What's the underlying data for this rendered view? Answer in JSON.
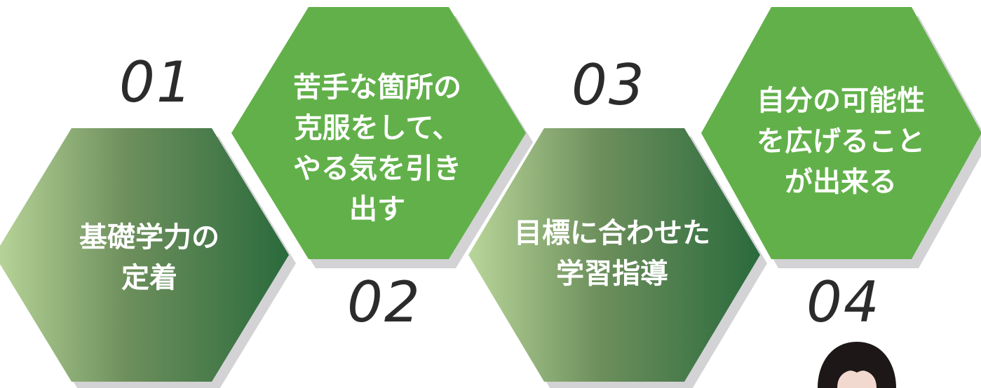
{
  "colors": {
    "hex_bright": "#62b04a",
    "hex_gradient_start": "#b9d69a",
    "hex_gradient_end": "#2a6a3c",
    "shadow": "#d3d3d6",
    "number": "#2b2b2b",
    "label": "#ffffff",
    "hair": "#1d1717",
    "skin": "#f2d9cf"
  },
  "items": [
    {
      "number": "01",
      "lines": [
        "基礎学力の",
        "定着"
      ]
    },
    {
      "number": "02",
      "lines": [
        "苦手な箇所の",
        "克服をして、",
        "やる気を引き",
        "出す"
      ]
    },
    {
      "number": "03",
      "lines": [
        "目標に合わせた",
        "学習指導"
      ]
    },
    {
      "number": "04",
      "lines": [
        "自分の可能性",
        "を広げること",
        "が出来る"
      ]
    }
  ]
}
